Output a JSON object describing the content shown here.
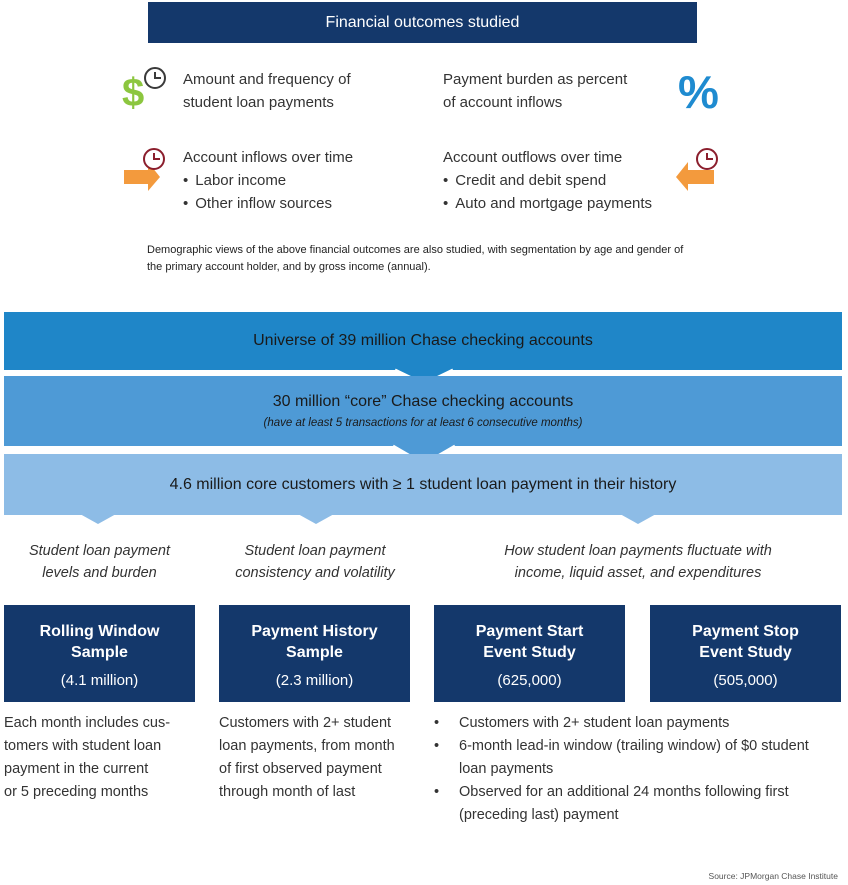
{
  "header": {
    "title": "Financial outcomes studied"
  },
  "outcomes": {
    "payments": {
      "line1": "Amount and frequency of",
      "line2": "student loan payments",
      "icon": "dollar-clock-icon"
    },
    "burden": {
      "line1": "Payment burden as percent",
      "line2": "of account inflows",
      "icon": "percent-icon"
    },
    "inflows": {
      "title": "Account inflows over time",
      "items": [
        "Labor income",
        "Other inflow sources"
      ],
      "icon": "arrow-in-clock-icon"
    },
    "outflows": {
      "title": "Account outflows over time",
      "items": [
        "Credit and debit spend",
        "Auto and mortgage payments"
      ],
      "icon": "arrow-out-clock-icon"
    },
    "percent_symbol": "%",
    "dollar_symbol": "$"
  },
  "demographic": {
    "line1": "Demographic views of the above financial outcomes are also studied, with segmentation by age and gender of",
    "line2": "the primary account holder, and by gross income (annual)."
  },
  "funnel": {
    "level1": "Universe of 39 million Chase checking accounts",
    "level2": "30 million “core” Chase checking accounts",
    "level2_sub": "(have at least 5 transactions for at least 6 consecutive months)",
    "level3": "4.6 million core customers with ≥ 1 student loan payment in their history"
  },
  "questions": [
    {
      "line1": "Student loan payment",
      "line2": "levels and burden"
    },
    {
      "line1": "Student loan payment",
      "line2": "consistency and volatility"
    },
    {
      "line1": "How student loan payments fluctuate with",
      "line2": "income, liquid asset, and expenditures"
    }
  ],
  "samples": [
    {
      "title1": "Rolling Window",
      "title2": "Sample",
      "count": "(4.1 million)"
    },
    {
      "title1": "Payment History",
      "title2": "Sample",
      "count": "(2.3 million)"
    },
    {
      "title1": "Payment Start",
      "title2": "Event Study",
      "count": "(625,000)"
    },
    {
      "title1": "Payment Stop",
      "title2": "Event Study",
      "count": "(505,000)"
    }
  ],
  "descriptions": {
    "rolling": [
      "Each month includes cus-",
      "tomers with student loan",
      "payment in the current",
      "or 5 preceding months"
    ],
    "history": [
      "Customers with 2+ student",
      "loan payments, from month",
      "of first observed payment",
      "through month of last"
    ],
    "event_bullets": [
      {
        "l1": "Customers with 2+ student loan payments",
        "l2": ""
      },
      {
        "l1": "6-month lead-in window (trailing window) of $0 student",
        "l2": "loan payments"
      },
      {
        "l1": "Observed for an additional 24 months following first",
        "l2": "(preceding last) payment"
      }
    ]
  },
  "source": "Source: JPMorgan Chase Institute",
  "colors": {
    "navy": "#14386b",
    "blue1": "#1f86c8",
    "blue2": "#4e9ad6",
    "blue3": "#8dbce6",
    "green": "#8cc63f",
    "orange": "#f39a3d",
    "clock": "#8b1e2d",
    "percent": "#1f8bd0"
  }
}
